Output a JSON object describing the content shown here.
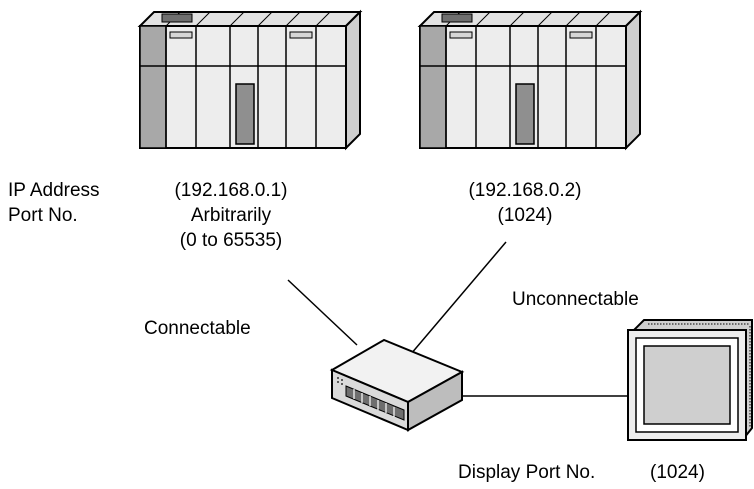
{
  "labels": {
    "ip_address": "IP Address",
    "port_no": "Port No.",
    "connectable": "Connectable",
    "unconnectable": "Unconnectable",
    "display_port_no": "Display Port No."
  },
  "plc1": {
    "ip": "(192.168.0.1)",
    "port": "Arbitrarily",
    "port_range": "(0 to 65535)"
  },
  "plc2": {
    "ip": "(192.168.0.2)",
    "port": "(1024)"
  },
  "display": {
    "port": "(1024)"
  }
}
